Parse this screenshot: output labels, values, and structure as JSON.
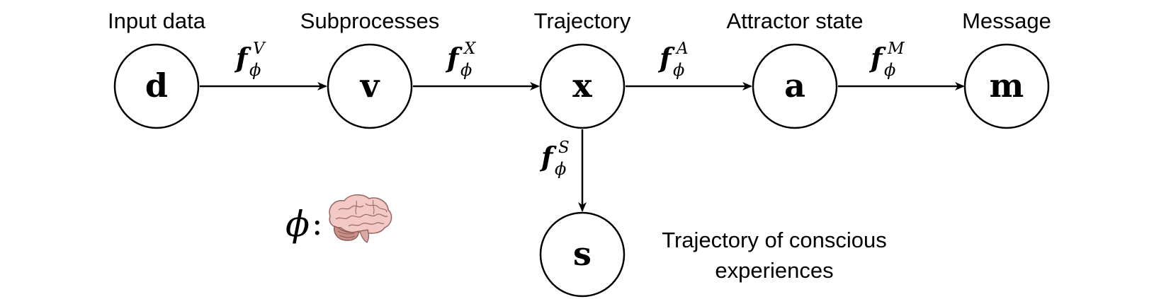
{
  "nodes": {
    "d": {
      "letter": "d",
      "caption": "Input data"
    },
    "v": {
      "letter": "v",
      "caption": "Subprocesses"
    },
    "x": {
      "letter": "x",
      "caption": "Trajectory"
    },
    "a": {
      "letter": "a",
      "caption": "Attractor state"
    },
    "m": {
      "letter": "m",
      "caption": "Message"
    },
    "s": {
      "letter": "s",
      "caption_line1": "Trajectory of conscious",
      "caption_line2": "experiences"
    }
  },
  "edges": {
    "d_v": {
      "f": "f",
      "sup": "V",
      "sub": "ϕ"
    },
    "v_x": {
      "f": "f",
      "sup": "X",
      "sub": "ϕ"
    },
    "x_a": {
      "f": "f",
      "sup": "A",
      "sub": "ϕ"
    },
    "a_m": {
      "f": "f",
      "sup": "M",
      "sub": "ϕ"
    },
    "x_s": {
      "f": "f",
      "sup": "S",
      "sub": "ϕ"
    }
  },
  "legend": {
    "symbol": "ϕ",
    "colon": ":",
    "icon": "brain-icon"
  },
  "colors": {
    "stroke": "#000000",
    "brain_fill": "#f2c9c4",
    "brain_stroke": "#9c6a66",
    "brainstem_fill": "#c9908a"
  }
}
